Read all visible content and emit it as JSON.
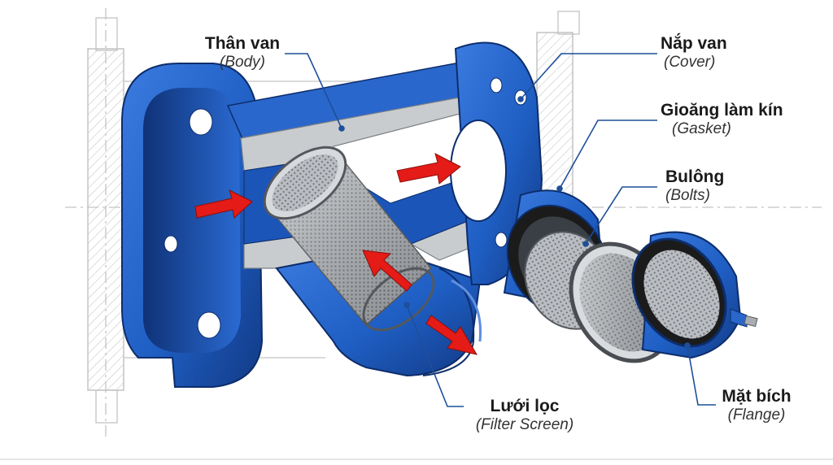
{
  "labels": {
    "body": {
      "vn": "Thân van",
      "en": "(Body)"
    },
    "cover": {
      "vn": "Nắp van",
      "en": "(Cover)"
    },
    "gasket": {
      "vn": "Gioăng làm kín",
      "en": "(Gasket)"
    },
    "bolts": {
      "vn": "Bulông",
      "en": "(Bolts)"
    },
    "filter": {
      "vn": "Lưới lọc",
      "en": "(Filter Screen)"
    },
    "flange": {
      "vn": "Mặt bích",
      "en": "(Flange)"
    }
  },
  "colors": {
    "valve_blue": "#1f5fc4",
    "valve_dark": "#123a86",
    "cut_face": "#c9cccf",
    "mesh": "#a9adb2",
    "arrow_red": "#e41b17",
    "leader": "#1d4f9a"
  }
}
